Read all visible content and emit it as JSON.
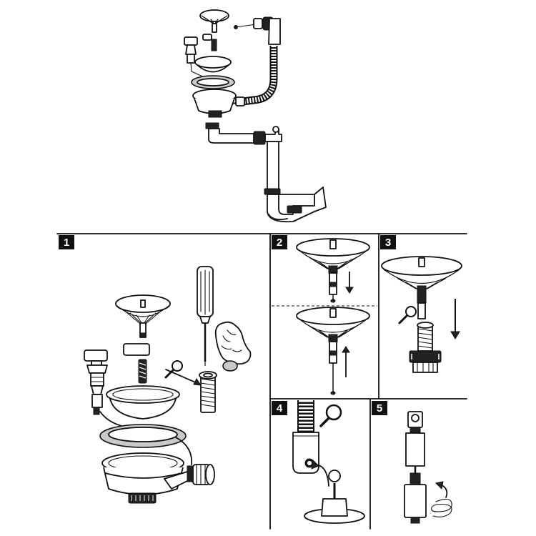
{
  "steps": {
    "s1": "1",
    "s2": "2",
    "s3": "3",
    "s4": "4",
    "s5": "5"
  },
  "icons": [
    "magnifier-icon",
    "screwdriver-icon",
    "hand-icon",
    "arrow-down-icon",
    "arrow-up-icon",
    "rotate-icon"
  ],
  "colors": {
    "line": "#111111",
    "ring": "#c9c9c9",
    "badge": "#111111",
    "background": "#ffffff"
  }
}
